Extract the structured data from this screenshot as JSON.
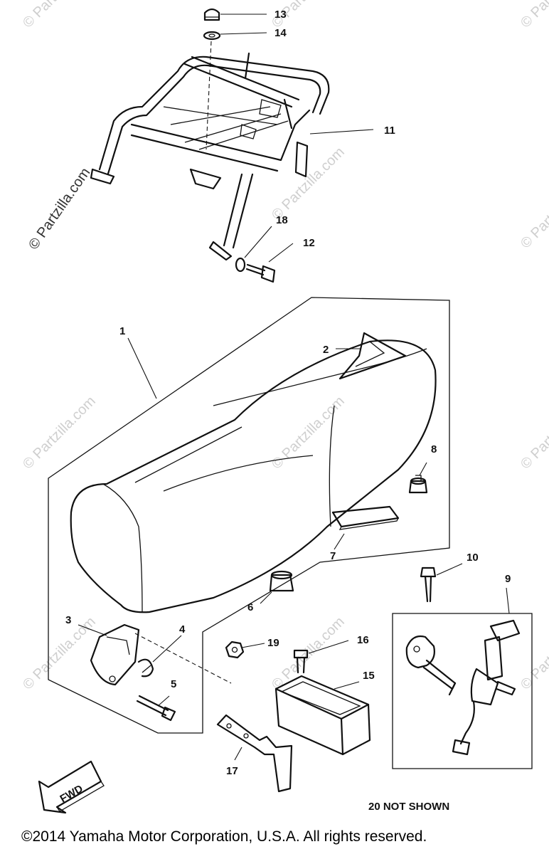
{
  "watermark": {
    "main": "© Partzilla.com",
    "tile": "© Partzilla.com"
  },
  "callouts": {
    "c1": "1",
    "c2": "2",
    "c3": "3",
    "c4": "4",
    "c5": "5",
    "c6": "6",
    "c7": "7",
    "c8": "8",
    "c9": "9",
    "c10": "10",
    "c11": "11",
    "c12": "12",
    "c13": "13",
    "c14": "14",
    "c15": "15",
    "c16": "16",
    "c17": "17",
    "c18": "18",
    "c19": "19"
  },
  "fwd_label": "FWD",
  "note": "20 NOT SHOWN",
  "copyright": "©2014  Yamaha Motor Corporation, U.S.A. All rights reserved."
}
